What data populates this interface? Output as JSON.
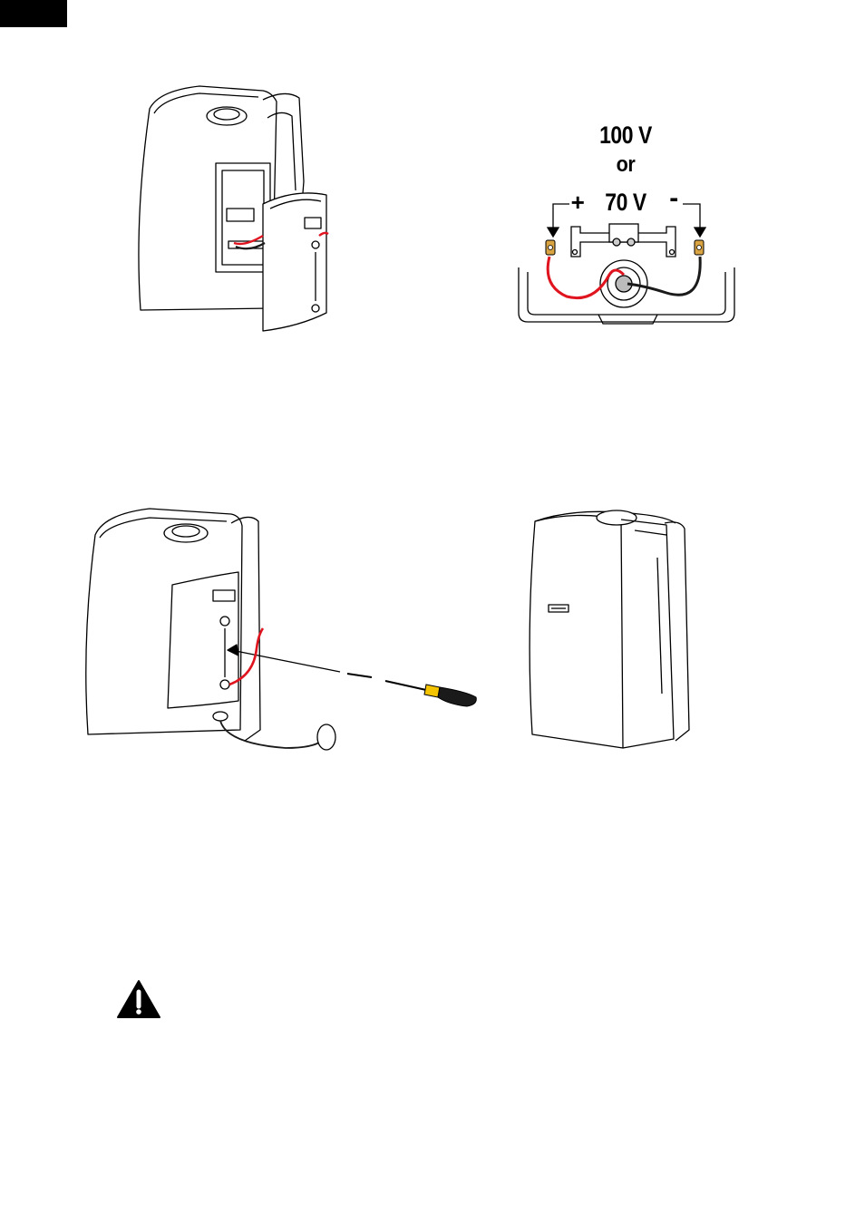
{
  "wiring_diagram": {
    "voltage_high": "100 V",
    "voltage_or": "or",
    "voltage_low": "70 V",
    "terminal_positive": "+",
    "terminal_negative": "-"
  },
  "colors": {
    "wire_positive": "#e0141e",
    "wire_negative": "#1a1a1a",
    "terminal_lug": "#d9a441",
    "screwdriver_handle": "#f5c400",
    "side_tab": "#000000"
  },
  "icons": {
    "warning": "warning-triangle-icon",
    "screwdriver": "screwdriver-icon"
  }
}
